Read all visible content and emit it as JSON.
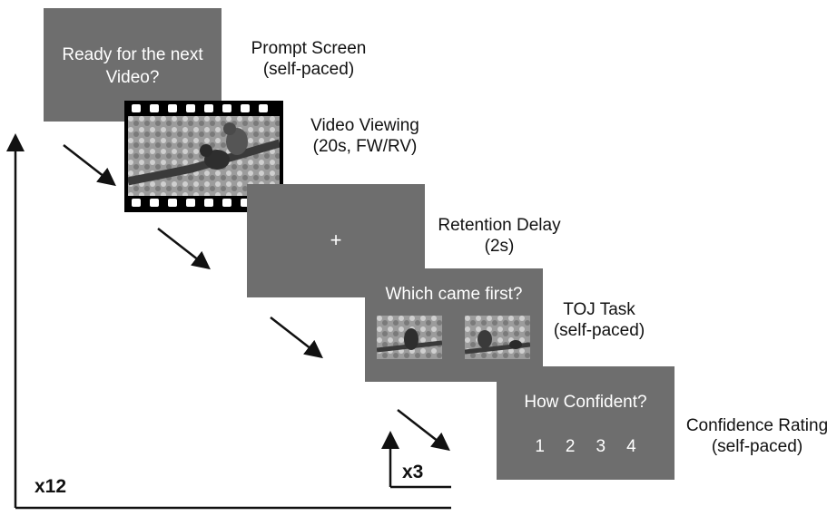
{
  "stages": {
    "prompt": {
      "screen_text": [
        "Ready for the next",
        "Video?"
      ],
      "label": [
        "Prompt Screen",
        "(self-paced)"
      ]
    },
    "video": {
      "label": [
        "Video Viewing",
        "(20s, FW/RV)"
      ]
    },
    "retention": {
      "screen_text": "+",
      "label": [
        "Retention Delay",
        "(2s)"
      ]
    },
    "toj": {
      "screen_text": "Which came first?",
      "label": [
        "TOJ Task",
        "(self-paced)"
      ]
    },
    "confidence": {
      "screen_text": "How Confident?",
      "ratings": [
        "1",
        "2",
        "3",
        "4"
      ],
      "label": [
        "Confidence Rating",
        "(self-paced)"
      ]
    }
  },
  "repeats": {
    "outer": "x12",
    "inner": "x3"
  },
  "colors": {
    "screen": "#6e6e6e",
    "text_on_screen": "#ffffff",
    "arrow": "#111111"
  }
}
